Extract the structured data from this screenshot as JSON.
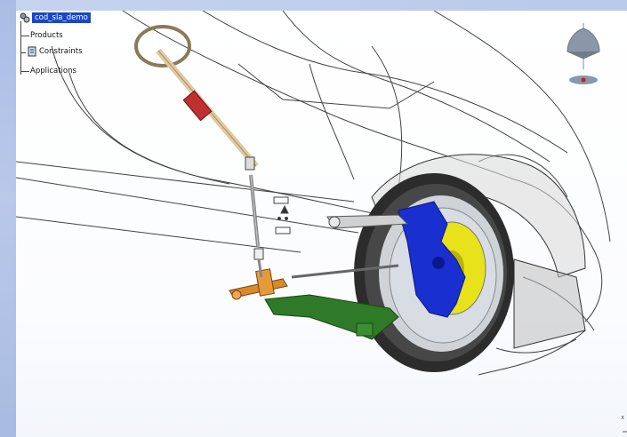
{
  "tree": {
    "root": "cod_sla_demo",
    "items": [
      {
        "label": "Products"
      },
      {
        "label": "Constraints"
      },
      {
        "label": "Applications"
      }
    ]
  },
  "icons": {
    "root": "product-root-icon",
    "constraints": "constraints-icon",
    "compass": "compass-icon",
    "axis": "axis-triad-icon"
  },
  "axis": {
    "label": "x"
  },
  "colors": {
    "viewport_bg": "#ffffff",
    "frame": "#b7c7e6",
    "selection": "#1b46c8",
    "hub": "#1a2fd0",
    "disc": "#e8e21a",
    "control_arm": "#2f7a28",
    "steering_rack": "#d98a2a",
    "steering_column": "#e0c9a0",
    "steering_boot": "#c03030"
  }
}
